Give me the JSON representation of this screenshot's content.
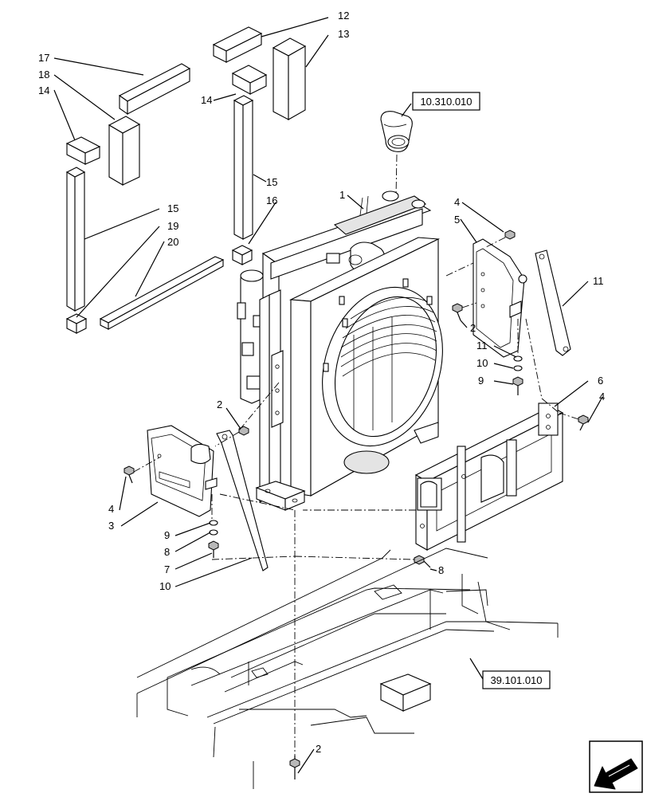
{
  "diagram": {
    "ref_boxes": [
      {
        "id": "ref-top",
        "text": "10.310.010"
      },
      {
        "id": "ref-frame",
        "text": "39.101.010"
      }
    ],
    "callouts": {
      "c12": "12",
      "c13": "13",
      "c14a": "14",
      "c14b": "14",
      "c15a": "15",
      "c15b": "15",
      "c16": "16",
      "c17": "17",
      "c18": "18",
      "c19": "19",
      "c20": "20",
      "c1": "1",
      "c4a": "4",
      "c5": "5",
      "c11a": "11",
      "c2a": "2",
      "c11b": "11",
      "c10a": "10",
      "c9a": "9",
      "c6": "6",
      "c4b": "4",
      "c2b": "2",
      "c4c": "4",
      "c3": "3",
      "c9b": "9",
      "c8a": "8",
      "c7": "7",
      "c10b": "10",
      "c8b": "8",
      "c2c": "2"
    },
    "nav_icon": "arrow-left-down-icon"
  }
}
